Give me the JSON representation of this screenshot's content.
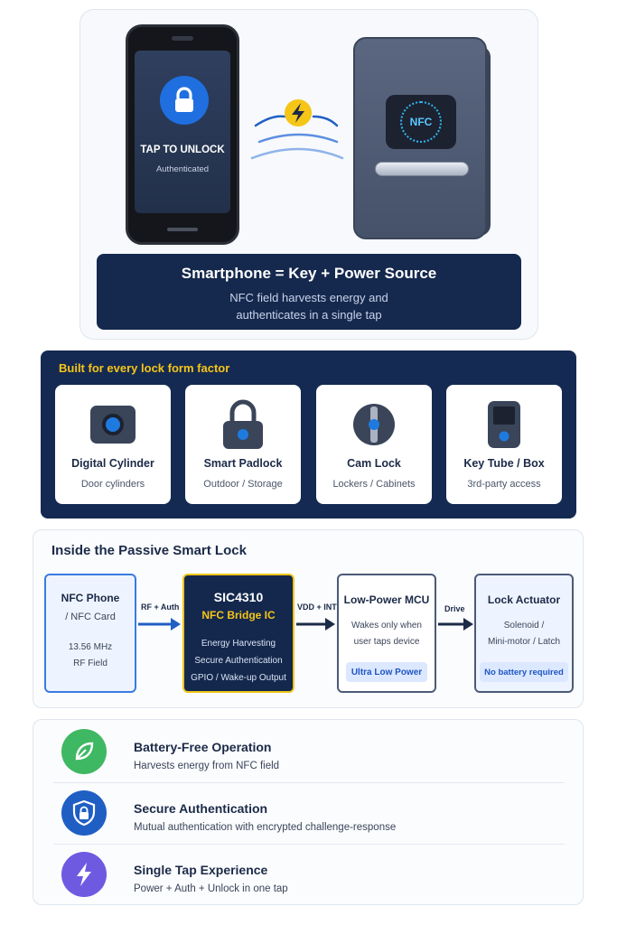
{
  "hero": {
    "phone_title": "TAP TO UNLOCK",
    "phone_status": "Authenticated",
    "reader_label": "NFC",
    "banner_title": "Smartphone = Key + Power Source",
    "banner_desc": "NFC field harvests energy and authenticates in a single tap",
    "colors": {
      "banner": "#15284d",
      "accent_blue": "#1f6fe0",
      "energy": "#f5c518"
    }
  },
  "form_factors": {
    "title": "Built for every lock form factor",
    "items": [
      {
        "name": "Digital Cylinder",
        "sub": "Door cylinders",
        "icon": "cylinder-icon"
      },
      {
        "name": "Smart Padlock",
        "sub": "Outdoor / Storage",
        "icon": "padlock-icon"
      },
      {
        "name": "Cam Lock",
        "sub": "Lockers / Cabinets",
        "icon": "cam-lock-icon"
      },
      {
        "name": "Key Tube / Box",
        "sub": "3rd-party access",
        "icon": "key-box-icon"
      }
    ]
  },
  "inside": {
    "title": "Inside the Passive Smart Lock",
    "nodes": {
      "phone": {
        "title": "NFC Phone",
        "line1": "/ NFC Card",
        "line2": "13.56 MHz",
        "line3": "RF Field"
      },
      "sic": {
        "title": "SIC4310",
        "subtitle": "NFC Bridge IC",
        "line1": "Energy Harvesting",
        "line2": "Secure Authentication",
        "line3": "GPIO / Wake-up Output"
      },
      "mcu": {
        "title": "Low-Power MCU",
        "line1": "Wakes only when",
        "line2": "user taps device",
        "badge": "Ultra Low Power"
      },
      "actuator": {
        "title": "Lock Actuator",
        "line1": "Solenoid /",
        "line2": "Mini-motor / Latch",
        "badge": "No battery required"
      }
    },
    "edges": [
      {
        "label": "RF + Auth"
      },
      {
        "label": "VDD + INT"
      },
      {
        "label": "Drive"
      }
    ]
  },
  "features": [
    {
      "title": "Battery-Free Operation",
      "desc": "Harvests energy from NFC field",
      "icon": "leaf-icon",
      "color": "#3fb863"
    },
    {
      "title": "Secure Authentication",
      "desc": "Mutual authentication with encrypted challenge-response",
      "icon": "shield-lock-icon",
      "color": "#1f5fc4"
    },
    {
      "title": "Single Tap Experience",
      "desc": "Power + Auth + Unlock in one tap",
      "icon": "lightning-icon",
      "color": "#6e5ae0"
    }
  ]
}
